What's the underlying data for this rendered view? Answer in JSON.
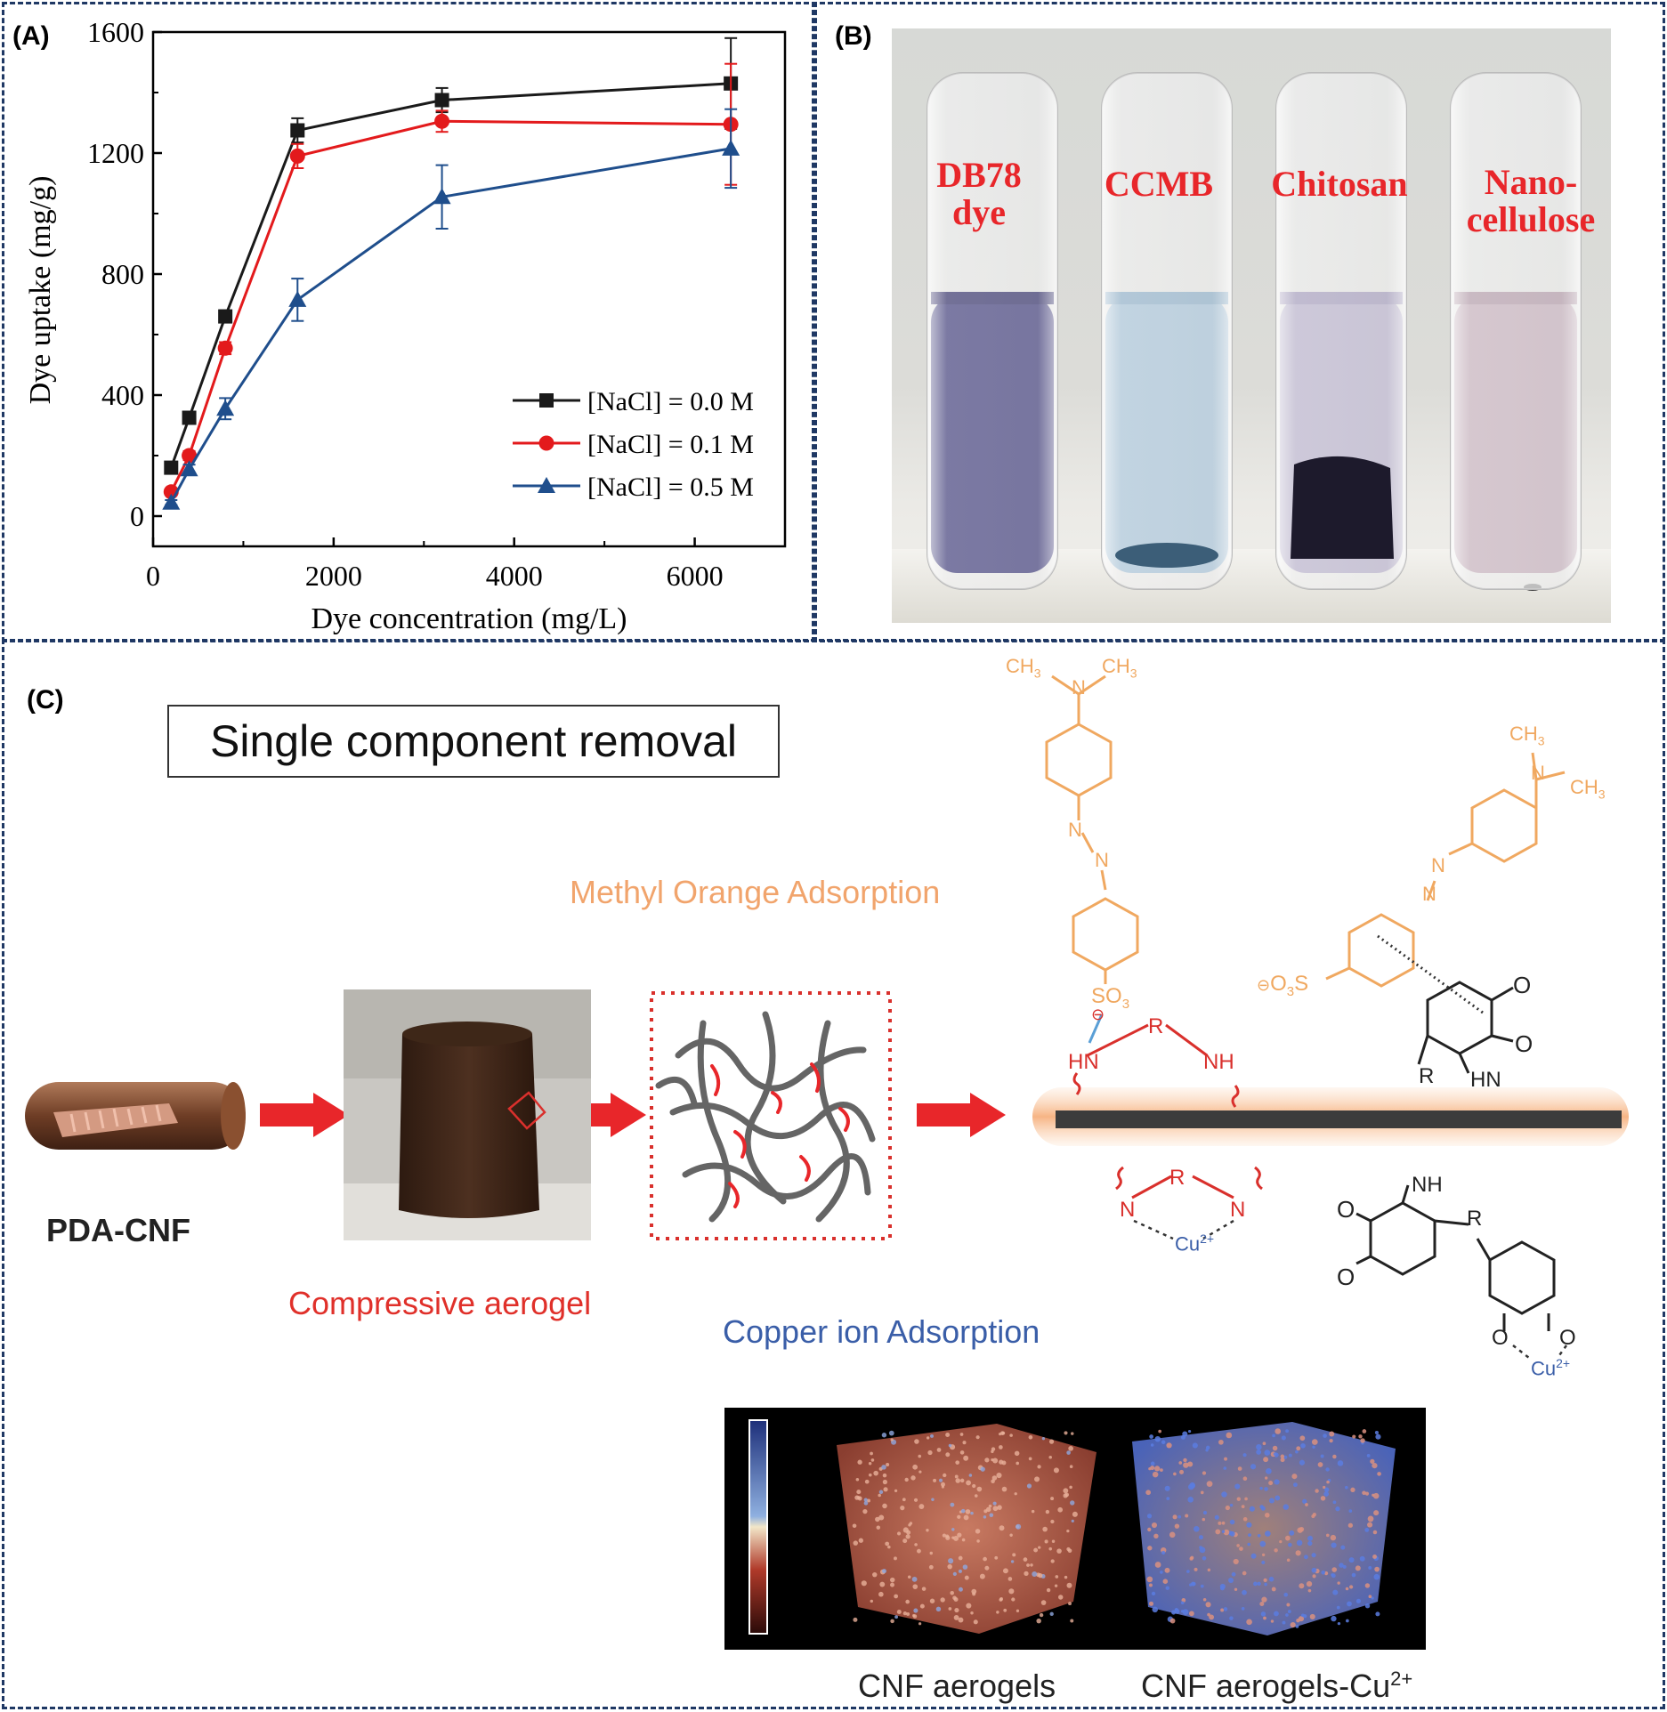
{
  "panels": {
    "a_label": "(A)",
    "b_label": "(B)",
    "c_label": "(C)"
  },
  "chart_data": {
    "type": "line",
    "xlabel": "Dye concentration (mg/L)",
    "ylabel": "Dye uptake (mg/g)",
    "xlim": [
      0,
      7000
    ],
    "ylim": [
      -100,
      1600
    ],
    "xticks": [
      0,
      2000,
      4000,
      6000
    ],
    "yticks": [
      0,
      400,
      800,
      1200,
      1600
    ],
    "x": [
      200,
      400,
      800,
      1600,
      3200,
      6400
    ],
    "legend_position": "lower-right",
    "series": [
      {
        "name": "[NaCl] = 0.0 M",
        "color": "#1a1a1a",
        "marker": "square",
        "values": [
          160,
          325,
          660,
          1275,
          1375,
          1430
        ],
        "err": [
          10,
          15,
          20,
          40,
          40,
          150
        ]
      },
      {
        "name": "[NaCl] = 0.1 M",
        "color": "#e31a1c",
        "marker": "circle",
        "values": [
          80,
          200,
          555,
          1190,
          1305,
          1295
        ],
        "err": [
          8,
          15,
          20,
          40,
          35,
          200
        ]
      },
      {
        "name": "[NaCl] = 0.5 M",
        "color": "#1f4e8c",
        "marker": "triangle",
        "values": [
          45,
          155,
          355,
          715,
          1055,
          1215
        ],
        "err": [
          8,
          15,
          35,
          70,
          105,
          130
        ]
      }
    ]
  },
  "panel_b": {
    "tubes": [
      {
        "label_line1": "DB78",
        "label_line2": "dye",
        "liquid": "#3b3878",
        "liquid_top": "#2e2b66"
      },
      {
        "label_line1": "CCMB",
        "label_line2": "",
        "liquid": "#a7c3d8",
        "liquid_top": "#8fb0c9"
      },
      {
        "label_line1": "Chitosan",
        "label_line2": "",
        "liquid": "#b9b2cc",
        "liquid_top": "#a59dbd"
      },
      {
        "label_line1": "Nano-",
        "label_line2": "cellulose",
        "liquid": "#c6b0bc",
        "liquid_top": "#b39ba9"
      }
    ]
  },
  "panel_c": {
    "title": "Single component removal",
    "pda_label": "PDA-CNF",
    "aerogel_label": "Compressive aerogel",
    "methyl_label": "Methyl Orange Adsorption",
    "copper_label": "Copper ion Adsorption",
    "cnf_label": "CNF aerogels",
    "cnf_cu_label": "CNF aerogels-Cu",
    "cnf_cu_sup": "2+",
    "chem": {
      "ch3": "CH",
      "sub3": "3",
      "n": "N",
      "so3": "SO",
      "o3s": "O",
      "o3s_s": "S",
      "o3s_sub": "3",
      "minus": "⊖",
      "hn": "HN",
      "nh": "NH",
      "r": "R",
      "o": "O",
      "cu": "Cu",
      "cu_sup": "2+"
    },
    "colors": {
      "arrow": "#e8262a",
      "orange": "#f0a860",
      "red": "#d9302c",
      "blue": "#3a5ea8"
    }
  }
}
